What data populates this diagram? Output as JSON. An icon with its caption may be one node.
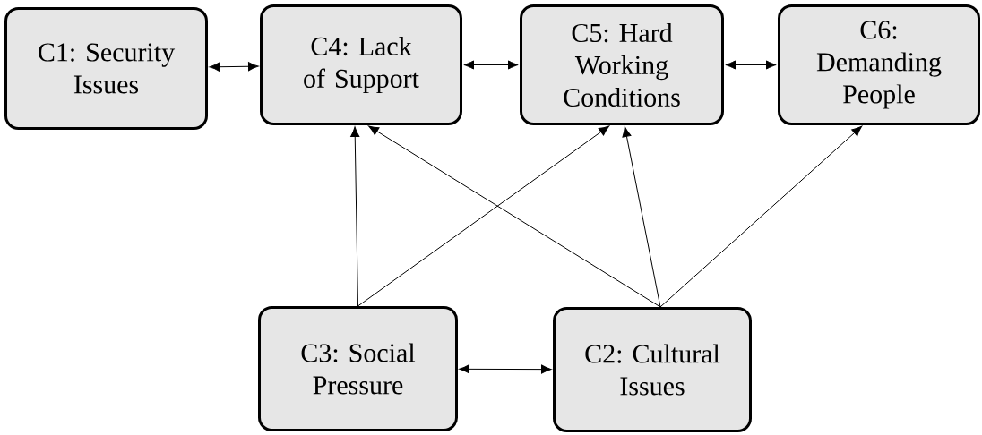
{
  "diagram": {
    "nodes": [
      {
        "text": [
          "C1: Security Issues"
        ]
      },
      {
        "text": [
          "C4: Lack of Support"
        ]
      },
      {
        "text": [
          "C5: Hard Working Conditions"
        ]
      },
      {
        "text": [
          "C6: Demanding People"
        ]
      },
      {
        "text": [
          "C3: Social Pressure"
        ]
      },
      {
        "text": [
          "C2: Cultural Issues"
        ]
      }
    ],
    "edges": [
      {
        "from": 0,
        "to": 1,
        "arrow": "both"
      },
      {
        "from": 1,
        "to": 2,
        "arrow": "both"
      },
      {
        "from": 2,
        "to": 3,
        "arrow": "both"
      },
      {
        "from": 4,
        "to": 1,
        "arrow": "to"
      },
      {
        "from": 4,
        "to": 2,
        "arrow": "to"
      },
      {
        "from": 5,
        "to": 1,
        "arrow": "to"
      },
      {
        "from": 5,
        "to": 2,
        "arrow": "to"
      },
      {
        "from": 5,
        "to": 3,
        "arrow": "to"
      },
      {
        "from": 4,
        "to": 5,
        "arrow": "both"
      }
    ]
  }
}
